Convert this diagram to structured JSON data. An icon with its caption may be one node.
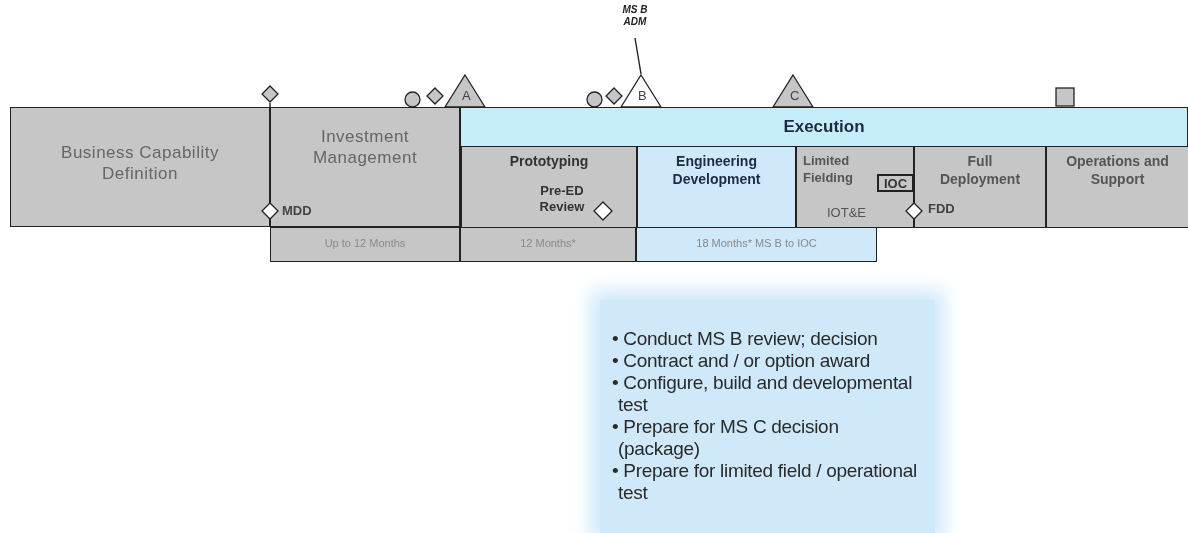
{
  "diagram": {
    "nodes": [
      {
        "text": [
          "MS B ADM"
        ]
      },
      {
        "text": [],
        "shape": "diamond"
      },
      {
        "text": [],
        "shape": "circle"
      },
      {
        "text": [],
        "shape": "diamond"
      },
      {
        "text": [
          "A"
        ]
      },
      {
        "text": [],
        "shape": "circle"
      },
      {
        "text": [],
        "shape": "diamond"
      },
      {
        "text": [
          "B"
        ]
      },
      {
        "text": [
          "C"
        ]
      },
      {
        "text": [],
        "shape": "box"
      },
      {
        "text": [
          "Business Capability Definition"
        ]
      },
      {
        "text": [
          "Investment Management"
        ]
      },
      {
        "text": [],
        "shape": "diamond"
      },
      {
        "text": [
          "Execution"
        ]
      },
      {
        "text": [
          "Prototyping",
          "Pre-ED Review"
        ],
        "in": 13
      },
      {
        "text": [],
        "shape": "diamond",
        "in": 14
      },
      {
        "text": [
          "Engineering Development"
        ],
        "in": 13
      },
      {
        "text": [
          "Limited Fielding",
          "IOT&E"
        ],
        "in": 13
      },
      {
        "text": [
          "IOC"
        ],
        "in": 17
      },
      {
        "text": [],
        "shape": "diamond",
        "in": 13
      },
      {
        "text": [
          "Full Deployment"
        ],
        "in": 13
      },
      {
        "text": [
          "Operations and Support"
        ],
        "in": 13
      },
      {
        "text": [
          "Up to 12 Months"
        ]
      },
      {
        "text": [
          "12 Months*"
        ]
      },
      {
        "text": [
          "18 Months* MS B to IOC"
        ]
      },
      {
        "text": [
          "• Conduct MS B review; decision",
          "• Contract and / or option award",
          "• Configure, build and developmental test",
          "• Prepare for MS C decision (package)",
          "• Prepare for limited field / operational test"
        ]
      }
    ],
    "labels": [
      "MDD",
      "FDD"
    ],
    "edges": [
      {
        "from": 0,
        "to": 7,
        "arrow": "none"
      },
      {
        "from": 1,
        "to": 12,
        "arrow": "none"
      }
    ]
  }
}
